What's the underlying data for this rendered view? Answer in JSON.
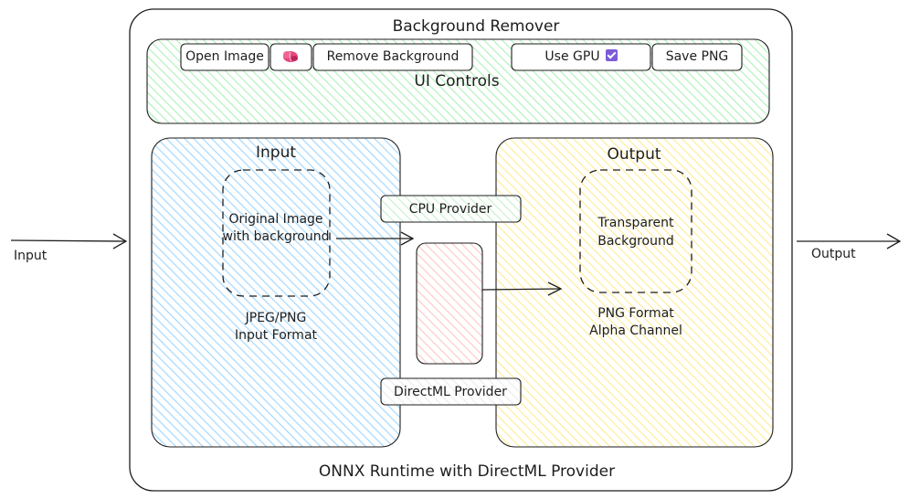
{
  "app": {
    "title": "Background Remover",
    "footer": "ONNX Runtime with DirectML Provider"
  },
  "controls": {
    "section_label": "UI Controls",
    "open_image": "Open Image",
    "icon": "brain-icon",
    "remove_background": "Remove Background",
    "use_gpu": "Use GPU",
    "use_gpu_checked": true,
    "save_png": "Save PNG"
  },
  "input_panel": {
    "title": "Input",
    "image_line1": "Original Image",
    "image_line2": "with background",
    "format_line1": "JPEG/PNG",
    "format_line2": "Input Format"
  },
  "output_panel": {
    "title": "Output",
    "image_line1": "Transparent",
    "image_line2": "Background",
    "format_line1": "PNG Format",
    "format_line2": "Alpha Channel"
  },
  "providers": {
    "cpu": "CPU Provider",
    "directml": "DirectML Provider"
  },
  "external": {
    "input": "Input",
    "output": "Output"
  },
  "colors": {
    "ui_controls_fill": "#b2f2bb",
    "input_fill": "#a5d8ff",
    "output_fill": "#ffec99",
    "model_fill": "#ffc9c9",
    "icon_fill": "#e64980",
    "stroke": "#1e1e1e"
  }
}
